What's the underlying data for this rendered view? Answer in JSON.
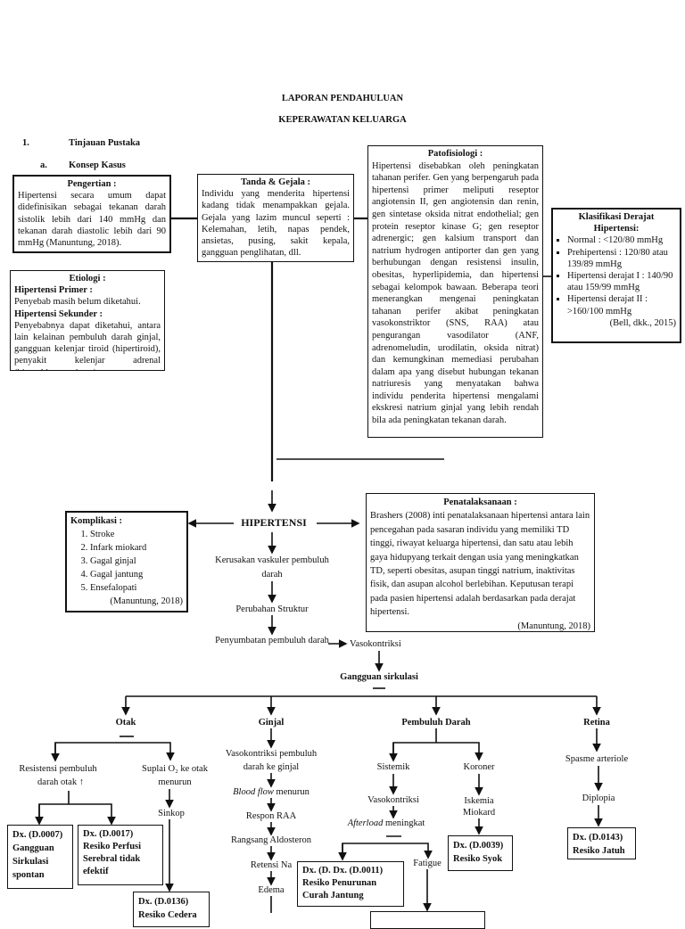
{
  "header": {
    "title1": "LAPORAN PENDAHULUAN",
    "title2": "KEPERAWATAN KELUARGA"
  },
  "section": {
    "num": "1.",
    "title": "Tinjauan Pustaka",
    "sub_num": "a.",
    "sub_title": "Konsep Kasus"
  },
  "pengertian": {
    "title": "Pengertian :",
    "text": "Hipertensi secara umum dapat didefinisikan sebagai tekanan darah sistolik lebih dari 140 mmHg dan tekanan darah diastolic lebih dari 90 mmHg (Manuntung, 2018)."
  },
  "tanda": {
    "title": "Tanda & Gejala :",
    "text": "Individu yang menderita hipertensi kadang tidak menampakkan gejala. Gejala yang lazim muncul seperti : Kelemahan, letih, napas pendek, ansietas, pusing, sakit kepala, gangguan penglihatan, dll."
  },
  "etiologi": {
    "title": "Etiologi :",
    "primer_title": "Hipertensi Primer :",
    "primer_text": "Penyebab masih belum diketahui.",
    "sekunder_title": "Hipertensi Sekunder :",
    "sekunder_text": "Penyebabnya dapat diketahui, antara lain kelainan pembuluh darah ginjal, gangguan kelenjar tiroid (hipertiroid), penyakit kelenjar adrenal (hiperaldosteronisme)."
  },
  "patofisiologi": {
    "title": "Patofisiologi :",
    "text": "Hipertensi disebabkan oleh peningkatan tahanan perifer. Gen yang berpengaruh pada hipertensi primer meliputi reseptor angiotensin II, gen angiotensin dan renin, gen sintetase oksida nitrat endothelial; gen protein reseptor kinase G; gen reseptor adrenergic; gen kalsium transport dan natrium hydrogen antiporter dan gen yang berhubungan dengan resistensi insulin, obesitas, hyperlipidemia, dan hipertensi sebagai kelompok bawaan. Beberapa teori menerangkan mengenai peningkatan tahanan perifer akibat peningkatan vasokonstriktor (SNS, RAA) atau pengurangan vasodilator (ANF, adrenomeludin, urodilatin, oksida nitrat) dan kemungkinan memediasi perubahan dalam apa yang disebut hubungan tekanan natriuresis yang menyatakan bahwa individu penderita hipertensi mengalami ekskresi natrium ginjal yang lebih rendah bila ada peningkatan tekanan darah."
  },
  "klasifikasi": {
    "title1": "Klasifikasi Derajat",
    "title2": "Hipertensi:",
    "items": [
      "Normal : <120/80 mmHg",
      "Prehipertensi : 120/80 atau 139/89 mmHg",
      "Hipertensi derajat I : 140/90 atau 159/99 mmHg",
      "Hipertensi derajat II : >160/100 mmHg"
    ],
    "source": "(Bell, dkk., 2015)"
  },
  "hipertensi": "HIPERTENSI",
  "komplikasi": {
    "title": "Komplikasi :",
    "items": [
      "Stroke",
      "Infark miokard",
      "Gagal ginjal",
      "Gagal jantung",
      "Ensefalopati"
    ],
    "source": "(Manuntung, 2018)"
  },
  "penatalaksanaan": {
    "title": "Penatalaksanaan :",
    "text": "Brashers (2008) inti penatalaksanaan hipertensi antara lain pencegahan pada sasaran individu yang memiliki TD tinggi, riwayat keluarga hipertensi, dan satu atau lebih gaya hidupyang terkait dengan usia yang meningkatkan TD, seperti obesitas, asupan tinggi natrium, inaktivitas fisik, dan asupan alcohol berlebihan. Keputusan terapi pada pasien hipertensi adalah berdasarkan pada derajat hipertensi.",
    "source": "(Manuntung, 2018)"
  },
  "flow": {
    "kerusakan1": "Kerusakan vaskuler pembuluh",
    "kerusakan2": "darah",
    "perubahan": "Perubahan Struktur",
    "penyumbatan": "Penyumbatan pembuluh darah",
    "vasokontriksi": "Vasokontriksi",
    "gangguan": "Gangguan sirkulasi"
  },
  "otak": {
    "title": "Otak",
    "resistensi1": "Resistensi pembuluh",
    "resistensi2": "darah otak ↑",
    "suplai1": "Suplai O₂ ke otak",
    "suplai2": "menurun",
    "sinkop": "Sinkop",
    "dx1": [
      "Dx. (D.0007)",
      "Gangguan",
      "Sirkulasi",
      "spontan"
    ],
    "dx2": [
      "Dx. (D.0017)",
      "Resiko Perfusi",
      "Serebral tidak",
      "efektif"
    ],
    "dx3": [
      "Dx. (D.0136)",
      "Resiko Cedera"
    ]
  },
  "ginjal": {
    "title": "Ginjal",
    "steps": [
      "Vasokontriksi pembuluh",
      "darah ke ginjal",
      "Blood flow",
      "menurun",
      "Respon RAA",
      "Rangsang Aldosteron",
      "Retensi Na",
      "Edema"
    ]
  },
  "pembuluh": {
    "title": "Pembuluh Darah",
    "sistemik": "Sistemik",
    "koroner": "Koroner",
    "vaso": "Vasokontriksi",
    "afterload": "Afterload",
    "meningkat": "meningkat",
    "iskemia1": "Iskemia",
    "iskemia2": "Miokard",
    "fatigue": "Fatigue",
    "dx1": [
      "Dx. (D. Dx. (D.0011)",
      "Resiko Penurunan",
      "Curah Jantung"
    ],
    "dx2": [
      "Dx. (D.0039)",
      "Resiko Syok"
    ]
  },
  "retina": {
    "title": "Retina",
    "spasme": "Spasme arteriole",
    "diplopia": "Diplopia",
    "dx": [
      "Dx. (D.0143)",
      "Resiko Jatuh"
    ]
  }
}
